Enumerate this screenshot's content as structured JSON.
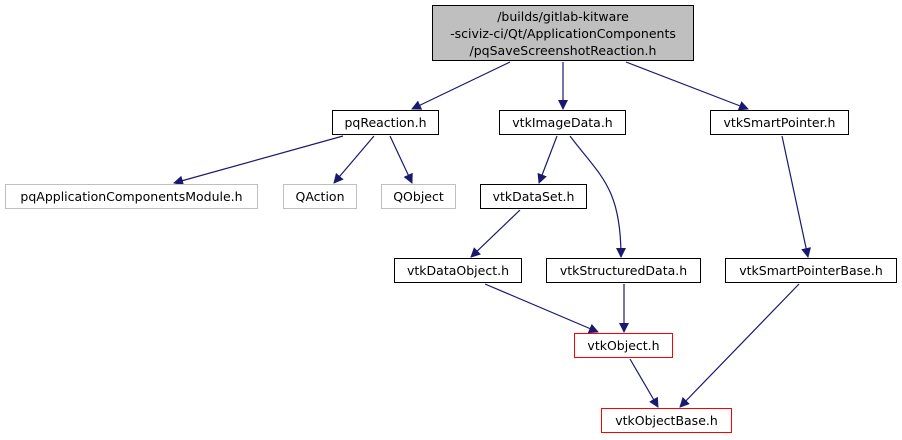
{
  "diagram": {
    "type": "include-dependency-graph",
    "root": {
      "lines": [
        "/builds/gitlab-kitware",
        "-sciviz-ci/Qt/ApplicationComponents",
        "/pqSaveScreenshotReaction.h"
      ]
    },
    "nodes": {
      "pqReaction": "pqReaction.h",
      "vtkImageData": "vtkImageData.h",
      "vtkSmartPointer": "vtkSmartPointer.h",
      "pqAppModule": "pqApplicationComponentsModule.h",
      "QAction": "QAction",
      "QObject": "QObject",
      "vtkDataSet": "vtkDataSet.h",
      "vtkDataObject": "vtkDataObject.h",
      "vtkStructuredData": "vtkStructuredData.h",
      "vtkSmartPointerBase": "vtkSmartPointerBase.h",
      "vtkObject": "vtkObject.h",
      "vtkObjectBase": "vtkObjectBase.h"
    },
    "edges": [
      [
        "root",
        "pqReaction"
      ],
      [
        "root",
        "vtkImageData"
      ],
      [
        "root",
        "vtkSmartPointer"
      ],
      [
        "pqReaction",
        "pqAppModule"
      ],
      [
        "pqReaction",
        "QAction"
      ],
      [
        "pqReaction",
        "QObject"
      ],
      [
        "vtkImageData",
        "vtkDataSet"
      ],
      [
        "vtkImageData",
        "vtkStructuredData"
      ],
      [
        "vtkDataSet",
        "vtkDataObject"
      ],
      [
        "vtkDataObject",
        "vtkObject"
      ],
      [
        "vtkStructuredData",
        "vtkObject"
      ],
      [
        "vtkSmartPointer",
        "vtkSmartPointerBase"
      ],
      [
        "vtkObject",
        "vtkObjectBase"
      ],
      [
        "vtkSmartPointerBase",
        "vtkObjectBase"
      ]
    ],
    "colors": {
      "edge": "#191970",
      "root_fill": "#bfbfbf",
      "external_border": "#bfbfbf",
      "truncated_border": "#ff0000"
    }
  }
}
